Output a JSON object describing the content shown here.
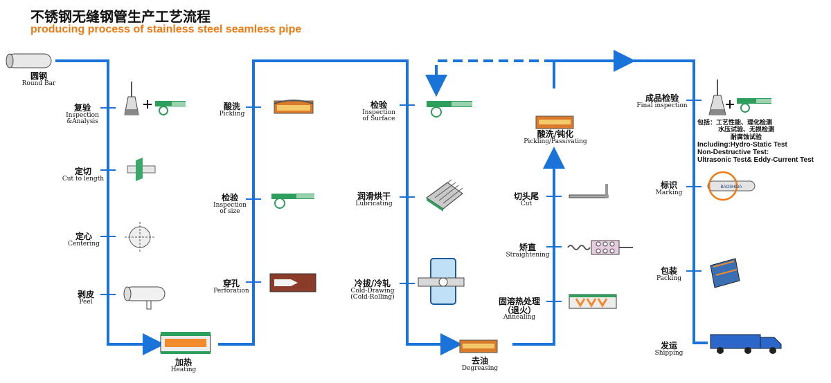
{
  "title": {
    "cn": "不锈钢无缝钢管生产工艺流程",
    "en": "producing process of stainless steel seamless pipe"
  },
  "steps": {
    "round_bar": {
      "cn": "圆钢",
      "en": "Round Bar"
    },
    "inspection_analysis": {
      "cn": "复验",
      "en1": "Inspection",
      "en2": "&Analysis"
    },
    "cut_to_length": {
      "cn": "定切",
      "en": "Cut to length"
    },
    "centering": {
      "cn": "定心",
      "en": "Centering"
    },
    "peel": {
      "cn": "剥皮",
      "en": "Peel"
    },
    "heating": {
      "cn": "加热",
      "en": "Heating"
    },
    "pickling": {
      "cn": "酸洗",
      "en": "Pickling"
    },
    "inspection_size": {
      "cn": "检验",
      "en1": "Inspection",
      "en2": "of size"
    },
    "perforation": {
      "cn": "穿孔",
      "en": "Perforation"
    },
    "inspection_surface": {
      "cn": "检验",
      "en1": "Inspection",
      "en2": "of Surface"
    },
    "lubricating": {
      "cn": "润滑烘干",
      "en": "Lubricating"
    },
    "cold_drawing": {
      "cn": "冷拔/冷轧",
      "en1": "Cold-Drawing",
      "en2": "(Cold-Rolling)"
    },
    "degreasing": {
      "cn": "去油",
      "en": "Degreasing"
    },
    "pickling_passivating": {
      "cn": "酸洗/钝化",
      "en": "Pickling/Passivating"
    },
    "cut": {
      "cn": "切头尾",
      "en": "Cut"
    },
    "straightening": {
      "cn": "矫直",
      "en": "Straightening"
    },
    "annealing": {
      "cn": "固溶热处理",
      "cn2": "（退火）",
      "en": "Annealing"
    },
    "final_inspection": {
      "cn": "成品检验",
      "en": "Final inspection"
    },
    "marking": {
      "cn": "标识",
      "en": "Marking"
    },
    "packing": {
      "cn": "包装",
      "en": "Packing"
    },
    "shipping": {
      "cn": "发运",
      "en": "Shipping"
    }
  },
  "final_notes": {
    "cn1": "包括：工艺性能、理化检测",
    "cn2": "水压试验、无损检测",
    "cn3": "耐腐蚀试验",
    "en1": "Including:Hydro-Static Test",
    "en2": "Non-Destructive Test:",
    "en3": "Ultrasonic Test& Eddy-Current Test"
  },
  "marking_logo_text": "BAOSHIDA",
  "colors": {
    "flow": "#1a73d9",
    "accent": "#f07a12",
    "green": "#2e9e5c"
  }
}
